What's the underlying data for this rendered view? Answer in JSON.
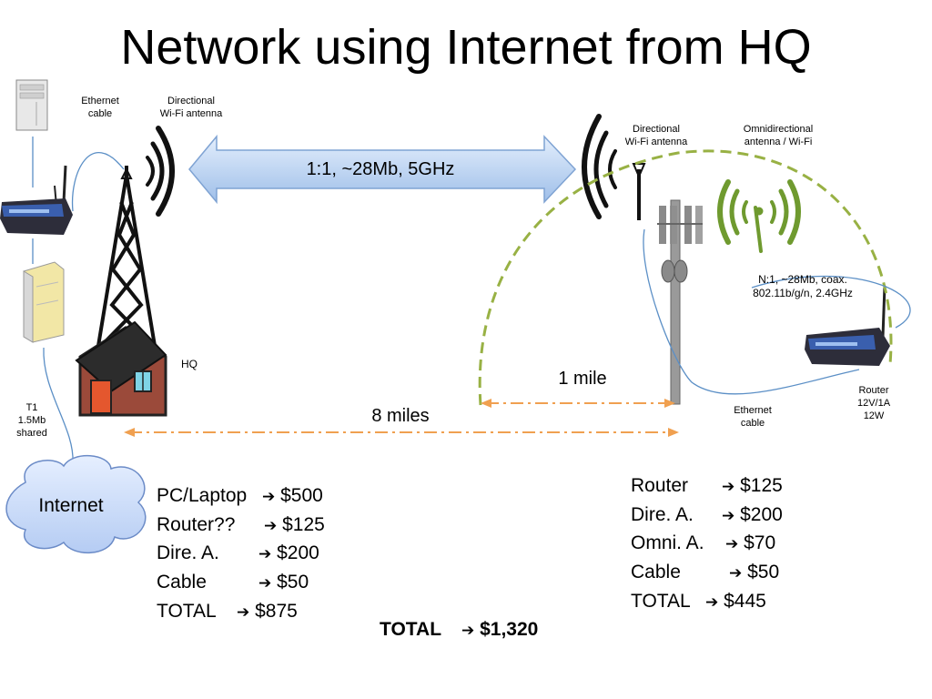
{
  "title": "Network using Internet from HQ",
  "labels": {
    "hq_ethernet": "Ethernet\ncable",
    "hq_antenna": "Directional\nWi-Fi antenna",
    "remote_antenna": "Directional\nWi-Fi antenna",
    "omni": "Omnidirectional\nantenna / Wi-Fi",
    "link": "1:1, ~28Mb, 5GHz",
    "coax": "N:1, ~28Mb, coax.\n802.11b/g/n, 2.4GHz",
    "hq": "HQ",
    "t1": "T1\n1.5Mb\nshared",
    "one_mile": "1 mile",
    "eight_miles": "8 miles",
    "remote_ethernet": "Ethernet\ncable",
    "router_spec": "Router\n12V/1A\n12W",
    "internet": "Internet"
  },
  "hq_costs": [
    {
      "item": "PC/Laptop",
      "price": "$500"
    },
    {
      "item": "Router??",
      "price": "$125"
    },
    {
      "item": "Dire. A.",
      "price": "$200"
    },
    {
      "item": "Cable",
      "price": "$50"
    },
    {
      "item": "TOTAL",
      "price": "$875"
    }
  ],
  "remote_costs": [
    {
      "item": "Router",
      "price": "$125"
    },
    {
      "item": "Dire. A.",
      "price": "$200"
    },
    {
      "item": "Omni. A.",
      "price": "$70"
    },
    {
      "item": "Cable",
      "price": "$50"
    },
    {
      "item": "TOTAL",
      "price": "$445"
    }
  ],
  "grand_total": {
    "label": "TOTAL",
    "value": "$1,320"
  },
  "arrow_symbol": "➔",
  "colors": {
    "link_arrow": "#b9d2f3",
    "range_dash": "#98b144",
    "distance": "#f0a050",
    "router": "#3a5fae",
    "house": "#9b4a3a",
    "omni": "#6f9a2f",
    "cable": "#5b8fc6"
  },
  "icons": [
    "pc-tower-icon",
    "router-icon",
    "t1-modem-icon",
    "hq-tower-icon",
    "house-icon",
    "antenna-signal-icon",
    "cell-pole-icon",
    "omni-antenna-icon",
    "cloud-icon"
  ]
}
